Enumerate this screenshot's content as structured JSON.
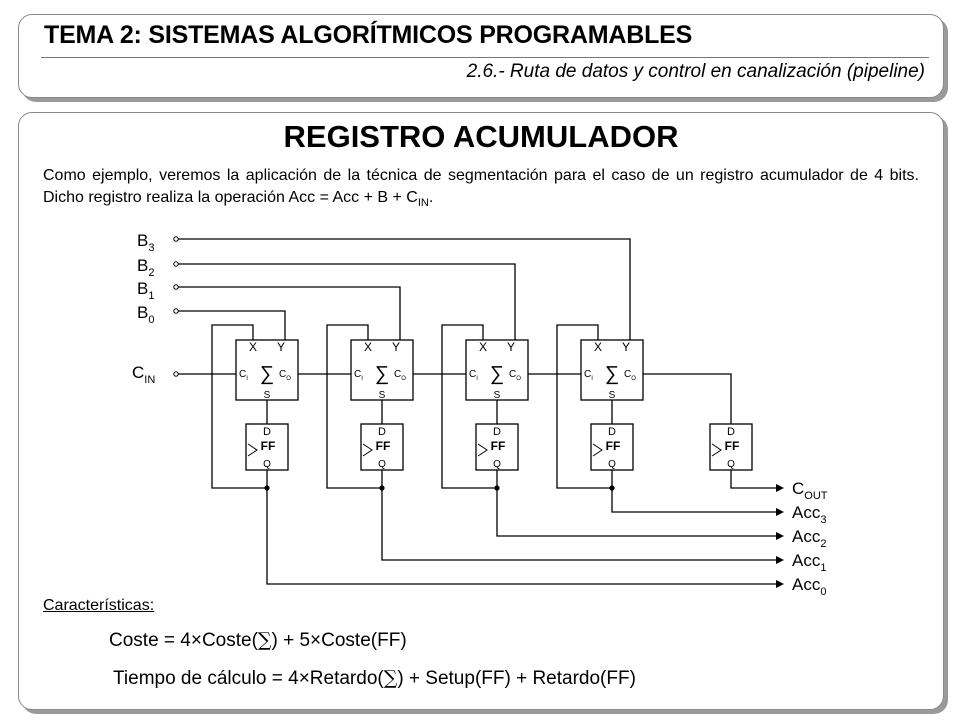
{
  "header": {
    "title": "TEMA 2: SISTEMAS ALGORÍTMICOS PROGRAMABLES",
    "subtitle": "2.6.- Ruta de datos y control en canalización (pipeline)"
  },
  "main": {
    "title": "REGISTRO ACUMULADOR",
    "intro_text": "Como ejemplo, veremos la aplicación de la técnica de segmentación para el caso de un registro acumulador de 4 bits. Dicho registro realiza la operación Acc = Acc + B + C",
    "intro_sub": "IN",
    "intro_end": ".",
    "caracteristicas_label": "Características:",
    "formula_cost": {
      "before": "Coste = 4×Coste(",
      "sigma": "∑",
      "after": ") + 5×Coste(FF)"
    },
    "formula_time": {
      "before": "Tiempo de cálculo = 4×Retardo(",
      "sigma": "∑",
      "after": ") + Setup(FF) + Retardo(FF)"
    }
  },
  "diagram": {
    "inputs": [
      {
        "base": "B",
        "sub": "3"
      },
      {
        "base": "B",
        "sub": "2"
      },
      {
        "base": "B",
        "sub": "1"
      },
      {
        "base": "B",
        "sub": "0"
      },
      {
        "base": "C",
        "sub": "IN"
      }
    ],
    "adder_pins": {
      "x": "X",
      "y": "Y",
      "ci": "C",
      "ci_sub": "I",
      "co": "C",
      "co_sub": "O",
      "s": "S",
      "sigma": "∑"
    },
    "ff_pins": {
      "d": "D",
      "name": "FF",
      "q": "Q"
    },
    "outputs": [
      {
        "base": "C",
        "sub": "OUT"
      },
      {
        "base": "Acc",
        "sub": "3"
      },
      {
        "base": "Acc",
        "sub": "2"
      },
      {
        "base": "Acc",
        "sub": "1"
      },
      {
        "base": "Acc",
        "sub": "0"
      }
    ]
  }
}
